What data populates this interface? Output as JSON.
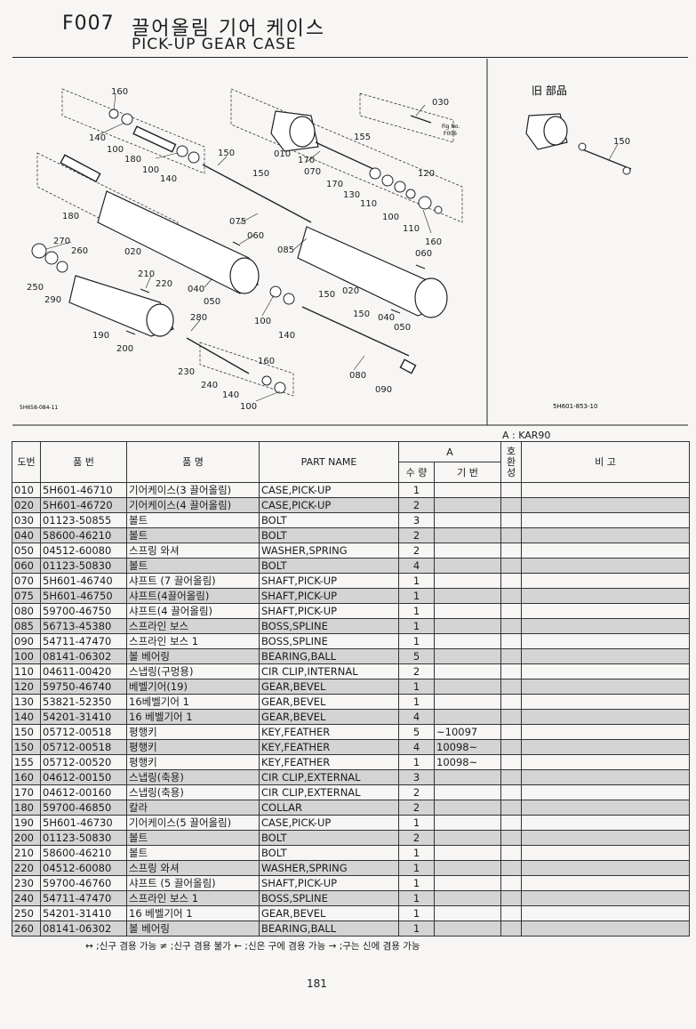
{
  "header": {
    "code": "F007",
    "title_ko": "끌어올림 기어 케이스",
    "title_en": "PICK-UP GEAR CASE"
  },
  "diagram": {
    "old_parts_label": "旧 部品",
    "left_ref": "5H658-084-11",
    "right_ref": "5H601-853-10",
    "fig_ref_line1": "Fig No.",
    "fig_ref_line2": "F006",
    "callouts": [
      "160",
      "140",
      "100",
      "180",
      "100",
      "140",
      "150",
      "150",
      "010",
      "170",
      "070",
      "030",
      "155",
      "170",
      "130",
      "110",
      "100",
      "120",
      "110",
      "160",
      "180",
      "075",
      "060",
      "270",
      "260",
      "020",
      "085",
      "060",
      "250",
      "290",
      "210",
      "220",
      "040",
      "050",
      "020",
      "150",
      "100",
      "140",
      "280",
      "190",
      "200",
      "150",
      "040",
      "050",
      "080",
      "160",
      "230",
      "240",
      "140",
      "100",
      "090",
      "150"
    ]
  },
  "table": {
    "model_label": "A : KAR90",
    "headers": {
      "no": "도번",
      "part_no": "품  번",
      "name_ko": "품    명",
      "name_en": "PART  NAME",
      "group_a": "A",
      "qty": "수 량",
      "serial": "기 번",
      "compat": "호 환 성",
      "remarks": "비      고"
    },
    "rows": [
      {
        "no": "010",
        "part_no": "5H601-46710",
        "name_ko": "기어케이스(3 끌어올림)",
        "name_en": "CASE,PICK-UP",
        "qty": "1",
        "serial": "",
        "shaded": false
      },
      {
        "no": "020",
        "part_no": "5H601-46720",
        "name_ko": "기어케이스(4 끌어올림)",
        "name_en": "CASE,PICK-UP",
        "qty": "2",
        "serial": "",
        "shaded": true
      },
      {
        "no": "030",
        "part_no": "01123-50855",
        "name_ko": "볼트",
        "name_en": "BOLT",
        "qty": "3",
        "serial": "",
        "shaded": false
      },
      {
        "no": "040",
        "part_no": "58600-46210",
        "name_ko": "볼트",
        "name_en": "BOLT",
        "qty": "2",
        "serial": "",
        "shaded": true
      },
      {
        "no": "050",
        "part_no": "04512-60080",
        "name_ko": "스프링 와셔",
        "name_en": "WASHER,SPRING",
        "qty": "2",
        "serial": "",
        "shaded": false
      },
      {
        "no": "060",
        "part_no": "01123-50830",
        "name_ko": "볼트",
        "name_en": "BOLT",
        "qty": "4",
        "serial": "",
        "shaded": true
      },
      {
        "no": "070",
        "part_no": "5H601-46740",
        "name_ko": "샤프트 (7 끌어올림)",
        "name_en": "SHAFT,PICK-UP",
        "qty": "1",
        "serial": "",
        "shaded": false
      },
      {
        "no": "075",
        "part_no": "5H601-46750",
        "name_ko": "샤프트(4끌어올림)",
        "name_en": "SHAFT,PICK-UP",
        "qty": "1",
        "serial": "",
        "shaded": true
      },
      {
        "no": "080",
        "part_no": "59700-46750",
        "name_ko": "샤프트(4 끌어올림)",
        "name_en": "SHAFT,PICK-UP",
        "qty": "1",
        "serial": "",
        "shaded": false
      },
      {
        "no": "085",
        "part_no": "56713-45380",
        "name_ko": "스프라인 보스",
        "name_en": "BOSS,SPLINE",
        "qty": "1",
        "serial": "",
        "shaded": true
      },
      {
        "no": "090",
        "part_no": "54711-47470",
        "name_ko": "스프라인 보스 1",
        "name_en": "BOSS,SPLINE",
        "qty": "1",
        "serial": "",
        "shaded": false
      },
      {
        "no": "100",
        "part_no": "08141-06302",
        "name_ko": "볼 베어링",
        "name_en": "BEARING,BALL",
        "qty": "5",
        "serial": "",
        "shaded": true
      },
      {
        "no": "110",
        "part_no": "04611-00420",
        "name_ko": "스냅링(구멍용)",
        "name_en": "CIR CLIP,INTERNAL",
        "qty": "2",
        "serial": "",
        "shaded": false
      },
      {
        "no": "120",
        "part_no": "59750-46740",
        "name_ko": "베벨기어(19)",
        "name_en": "GEAR,BEVEL",
        "qty": "1",
        "serial": "",
        "shaded": true
      },
      {
        "no": "130",
        "part_no": "53821-52350",
        "name_ko": "16베벨기어 1",
        "name_en": "GEAR,BEVEL",
        "qty": "1",
        "serial": "",
        "shaded": false
      },
      {
        "no": "140",
        "part_no": "54201-31410",
        "name_ko": "16 베벨기어 1",
        "name_en": "GEAR,BEVEL",
        "qty": "4",
        "serial": "",
        "shaded": true
      },
      {
        "no": "150",
        "part_no": "05712-00518",
        "name_ko": "평행키",
        "name_en": "KEY,FEATHER",
        "qty": "5",
        "serial": "~10097",
        "shaded": false
      },
      {
        "no": "150",
        "part_no": "05712-00518",
        "name_ko": "평행키",
        "name_en": "KEY,FEATHER",
        "qty": "4",
        "serial": "10098~",
        "shaded": true
      },
      {
        "no": "155",
        "part_no": "05712-00520",
        "name_ko": "평행키",
        "name_en": "KEY,FEATHER",
        "qty": "1",
        "serial": "10098~",
        "shaded": false
      },
      {
        "no": "160",
        "part_no": "04612-00150",
        "name_ko": "스냅링(축용)",
        "name_en": "CIR CLIP,EXTERNAL",
        "qty": "3",
        "serial": "",
        "shaded": true
      },
      {
        "no": "170",
        "part_no": "04612-00160",
        "name_ko": "스냅링(축용)",
        "name_en": "CIR CLIP,EXTERNAL",
        "qty": "2",
        "serial": "",
        "shaded": false
      },
      {
        "no": "180",
        "part_no": "59700-46850",
        "name_ko": "칼라",
        "name_en": "COLLAR",
        "qty": "2",
        "serial": "",
        "shaded": true
      },
      {
        "no": "190",
        "part_no": "5H601-46730",
        "name_ko": "기어케이스(5 끌어올림)",
        "name_en": "CASE,PICK-UP",
        "qty": "1",
        "serial": "",
        "shaded": false
      },
      {
        "no": "200",
        "part_no": "01123-50830",
        "name_ko": "볼트",
        "name_en": "BOLT",
        "qty": "2",
        "serial": "",
        "shaded": true
      },
      {
        "no": "210",
        "part_no": "58600-46210",
        "name_ko": "볼트",
        "name_en": "BOLT",
        "qty": "1",
        "serial": "",
        "shaded": false
      },
      {
        "no": "220",
        "part_no": "04512-60080",
        "name_ko": "스프링 와셔",
        "name_en": "WASHER,SPRING",
        "qty": "1",
        "serial": "",
        "shaded": true
      },
      {
        "no": "230",
        "part_no": "59700-46760",
        "name_ko": "샤프트 (5 끌어올림)",
        "name_en": "SHAFT,PICK-UP",
        "qty": "1",
        "serial": "",
        "shaded": false
      },
      {
        "no": "240",
        "part_no": "54711-47470",
        "name_ko": "스프라인 보스 1",
        "name_en": "BOSS,SPLINE",
        "qty": "1",
        "serial": "",
        "shaded": true
      },
      {
        "no": "250",
        "part_no": "54201-31410",
        "name_ko": "16 베벨기어 1",
        "name_en": "GEAR,BEVEL",
        "qty": "1",
        "serial": "",
        "shaded": false
      },
      {
        "no": "260",
        "part_no": "08141-06302",
        "name_ko": "볼 베어링",
        "name_en": "BEARING,BALL",
        "qty": "1",
        "serial": "",
        "shaded": true
      }
    ]
  },
  "legend": "↔ ;신구 겸용 가능     ≠ ;신구 겸용 불가     ← ;신은 구에 겸용 가능     → ;구는 신에 겸용 가능",
  "page_number": "181"
}
